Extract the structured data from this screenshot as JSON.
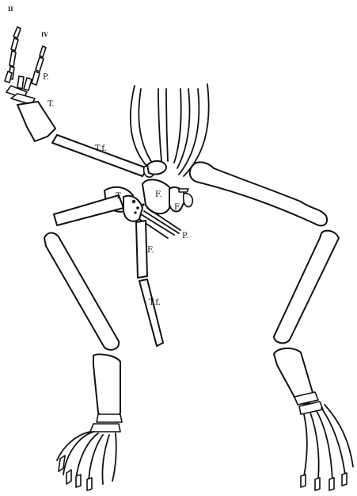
{
  "labels": {
    "digit_ii": "II",
    "digit_iv": "IV",
    "p_upper": "P.",
    "t_upper": "T.",
    "tf_upper": "T.f.",
    "t_center": "T",
    "f_center": "F.",
    "f_right": "F.",
    "p_center": "P.",
    "f_lower": "F.",
    "tf_lower": "T.f."
  },
  "colors": {
    "ink": "#111111",
    "paper": "#ffffff"
  }
}
